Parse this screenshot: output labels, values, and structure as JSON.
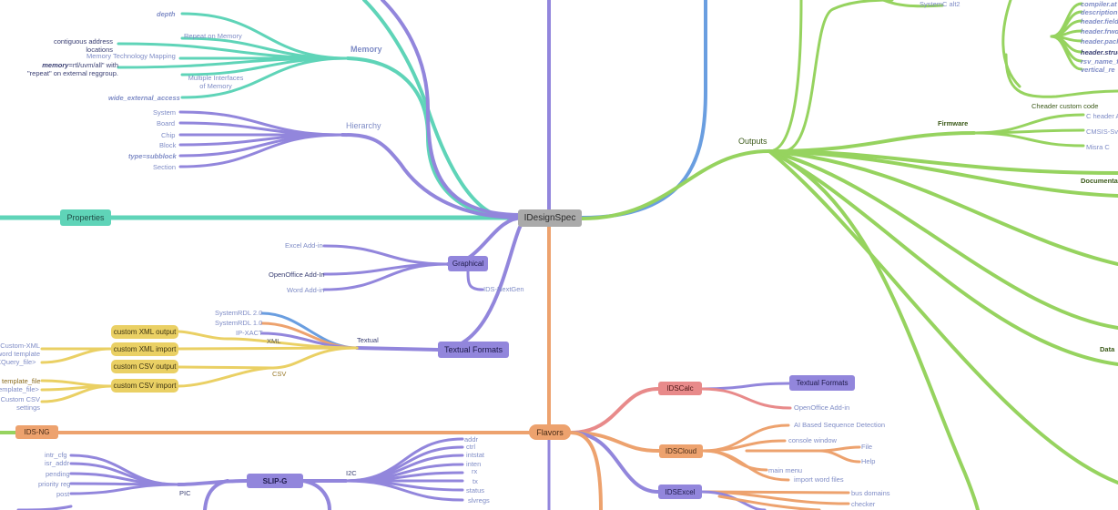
{
  "colors": {
    "teal": "#5fd4b8",
    "purple": "#9286dc",
    "blue": "#6a9ee0",
    "green": "#96d35f",
    "orange": "#eda26e",
    "yellow": "#ead064",
    "red": "#e88a8a",
    "gray": "#aaaaaa",
    "label_blue": "#7f8cc6",
    "label_dark": "#3a3f73"
  },
  "root": {
    "label": "IDesignSpec"
  },
  "properties": {
    "label": "Properties",
    "memory": {
      "label": "Memory",
      "depth": "depth",
      "repeat_on_memory": "Repeat on Memory",
      "contiguous": "contiguous address\nlocations",
      "memory_technology_mapping": "Memory Technology Mapping",
      "memory_rtl_uvm_bold": "memory",
      "memory_rtl_uvm_rest": "=rtl/uvm/all\" with\n\"repeat\" on external reggroup.",
      "multiple_interfaces": "Multiple Interfaces\nof Memory",
      "wide_external_access": "wide_external_access"
    },
    "hierarchy": {
      "label": "Hierarchy",
      "items": [
        "System",
        "Board",
        "Chip",
        "Block",
        "type=subblock",
        "Section"
      ]
    }
  },
  "graphical": {
    "label": "Graphical",
    "excel_addin": "Excel Add-in",
    "openoffice_addin": "OpenOffice Add-In",
    "word_addin": "Word Add-in",
    "ids_nextgen": "IDS-NextGen"
  },
  "textual_formats": {
    "label": "Textual Formats",
    "textual": "Textual",
    "xml": "XML",
    "csv": "CSV",
    "systemrdl_20": "SystemRDL 2.0",
    "systemrdl_10": "SystemRDL 1.0",
    "ip_xact": "IP-XACT",
    "custom_xml_output": "custom XML output",
    "custom_xml_import": "custom XML import",
    "custom_csv_output": "custom CSV output",
    "custom_csv_import": "custom CSV import",
    "custom_xml_word_template": "Custom-XML\nword template",
    "xquery_file": "XQuery_file>",
    "template_file": "template_file",
    "template_file_tag": "template_file>",
    "custom_csv_settings": "Custom CSV\nsettings"
  },
  "flavors": {
    "label": "Flavors",
    "ids_ng": "IDS-NG",
    "idscalc": {
      "label": "IDSCalc",
      "textual_formats": "Textual Formats",
      "openoffice_addin": "OpenOffice Add-in"
    },
    "idscloud": {
      "label": "IDSCloud",
      "ai": "AI Based Sequence Detection",
      "console": "console window",
      "file": "File",
      "help": "Help",
      "main_menu": "main menu",
      "import_word": "import word files"
    },
    "idsexcel": {
      "label": "IDSExcel",
      "bus_domains": "bus domains",
      "checker": "checker"
    },
    "slipg": {
      "label": "SLIP-G",
      "pic": "PIC",
      "i2c": "I2C",
      "pic_items": [
        "intr_cfg",
        "isr_addr",
        "pending",
        "priority reg",
        "post"
      ],
      "i2c_items": [
        "addr",
        "ctrl",
        "intstat",
        "inten",
        "rx",
        "tx",
        "status",
        "slvregs"
      ]
    }
  },
  "outputs": {
    "label": "Outputs",
    "systemc_alt2": "SystemC alt2",
    "header_items": [
      "compiler.at",
      "description",
      "header.field",
      "header.frwd",
      "header.pack",
      "header.struct",
      "rsv_name_f",
      "vertical_re"
    ],
    "firmware": {
      "label": "Firmware",
      "cheader_custom": "Cheader custom code",
      "c_header": "C header A",
      "cmsis": "CMSIS-Sv",
      "misra": "Misra C"
    },
    "documentation": "Documenta",
    "data": "Data"
  }
}
